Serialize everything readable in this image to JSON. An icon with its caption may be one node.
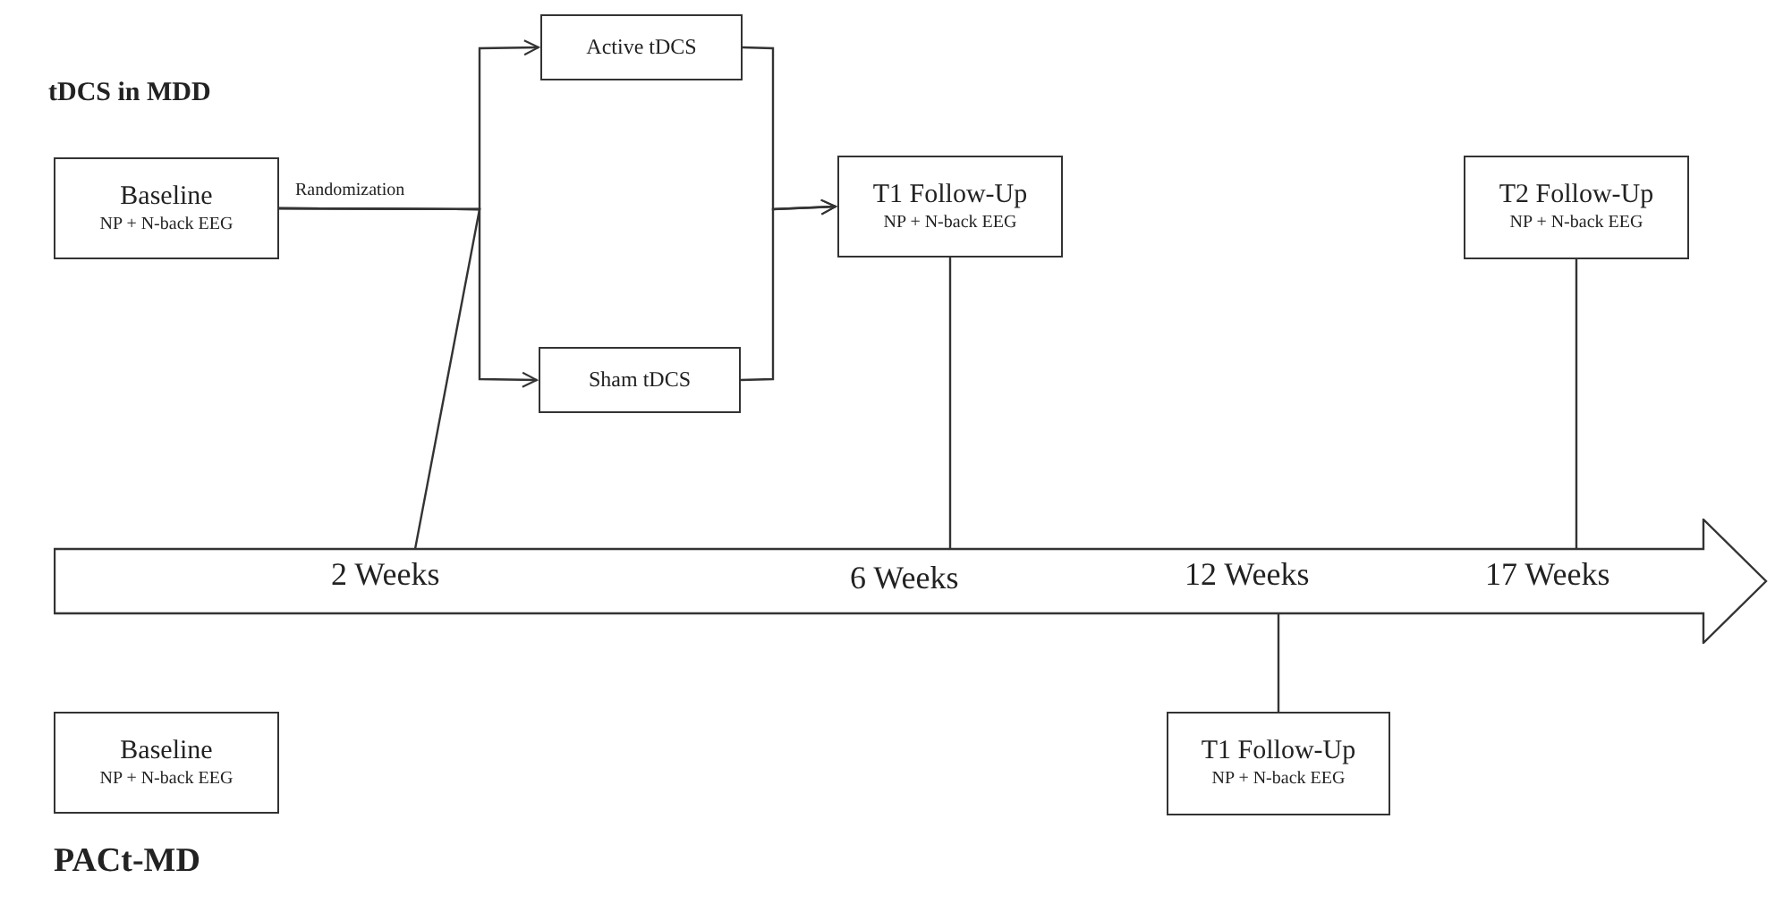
{
  "diagram": {
    "nodes": [
      {
        "text": [
          "Baseline",
          "NP + N-back EEG"
        ]
      },
      {
        "text": [
          "Active tDCS"
        ]
      },
      {
        "text": [
          "Sham tDCS"
        ]
      },
      {
        "text": [
          "T1 Follow-Up",
          "NP + N-back EEG"
        ]
      },
      {
        "text": [
          "T2 Follow-Up",
          "NP + N-back EEG"
        ]
      },
      {
        "text": [
          "2 Weeks",
          "6 Weeks",
          "12 Weeks",
          "17 Weeks"
        ]
      },
      {
        "text": [
          "Baseline",
          "NP + N-back EEG"
        ]
      },
      {
        "text": [
          "T1 Follow-Up",
          "NP + N-back EEG"
        ]
      }
    ],
    "edges": [
      {
        "from": 0,
        "to": 1,
        "arrow": "to",
        "label": "Randomization"
      },
      {
        "from": 0,
        "to": 2,
        "arrow": "to"
      },
      {
        "from": 1,
        "to": 3,
        "arrow": "to"
      },
      {
        "from": 2,
        "to": 3,
        "arrow": "to"
      },
      {
        "from": 0,
        "to": 5,
        "arrow": "none"
      },
      {
        "from": 3,
        "to": 5,
        "arrow": "none"
      },
      {
        "from": 4,
        "to": 5,
        "arrow": "none"
      },
      {
        "from": 5,
        "to": 7,
        "arrow": "none"
      }
    ],
    "labels": [
      "tDCS in MDD",
      "PACt-MD"
    ]
  }
}
